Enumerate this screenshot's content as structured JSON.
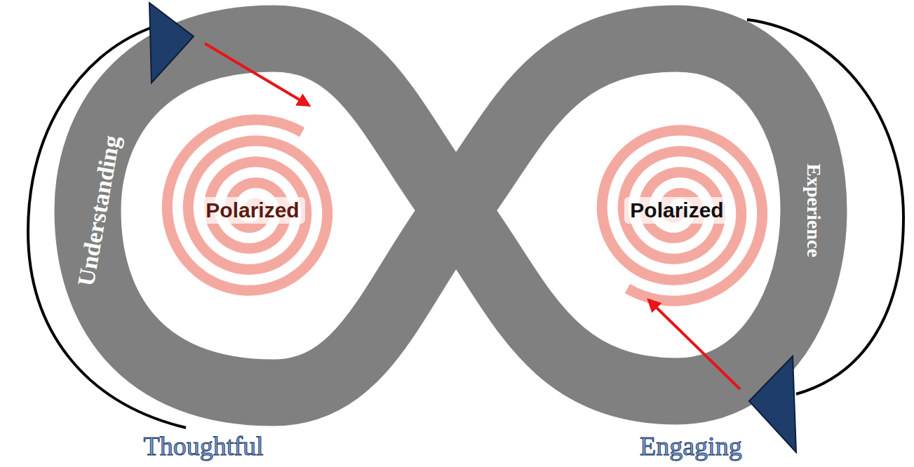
{
  "diagram": {
    "nodes": [
      {
        "text": [
          "Polarized"
        ]
      },
      {
        "text": [
          "Polarized"
        ]
      }
    ],
    "labels": [
      "Understanding",
      "Experience",
      "Thoughtful",
      "Engaging"
    ]
  }
}
